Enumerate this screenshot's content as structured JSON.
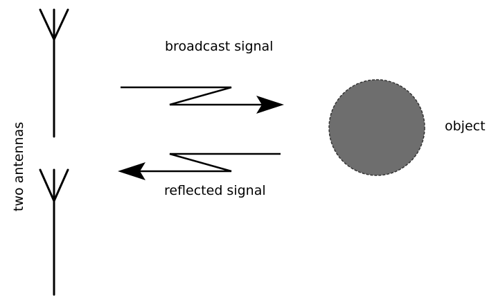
{
  "labels": {
    "broadcast": "broadcast signal",
    "reflected": "reflected signal",
    "object": "object",
    "antennas": "two antennas"
  },
  "colors": {
    "stroke": "#000000",
    "object_fill": "#6e6e6e",
    "object_outline": "#333333",
    "background": "#ffffff"
  }
}
